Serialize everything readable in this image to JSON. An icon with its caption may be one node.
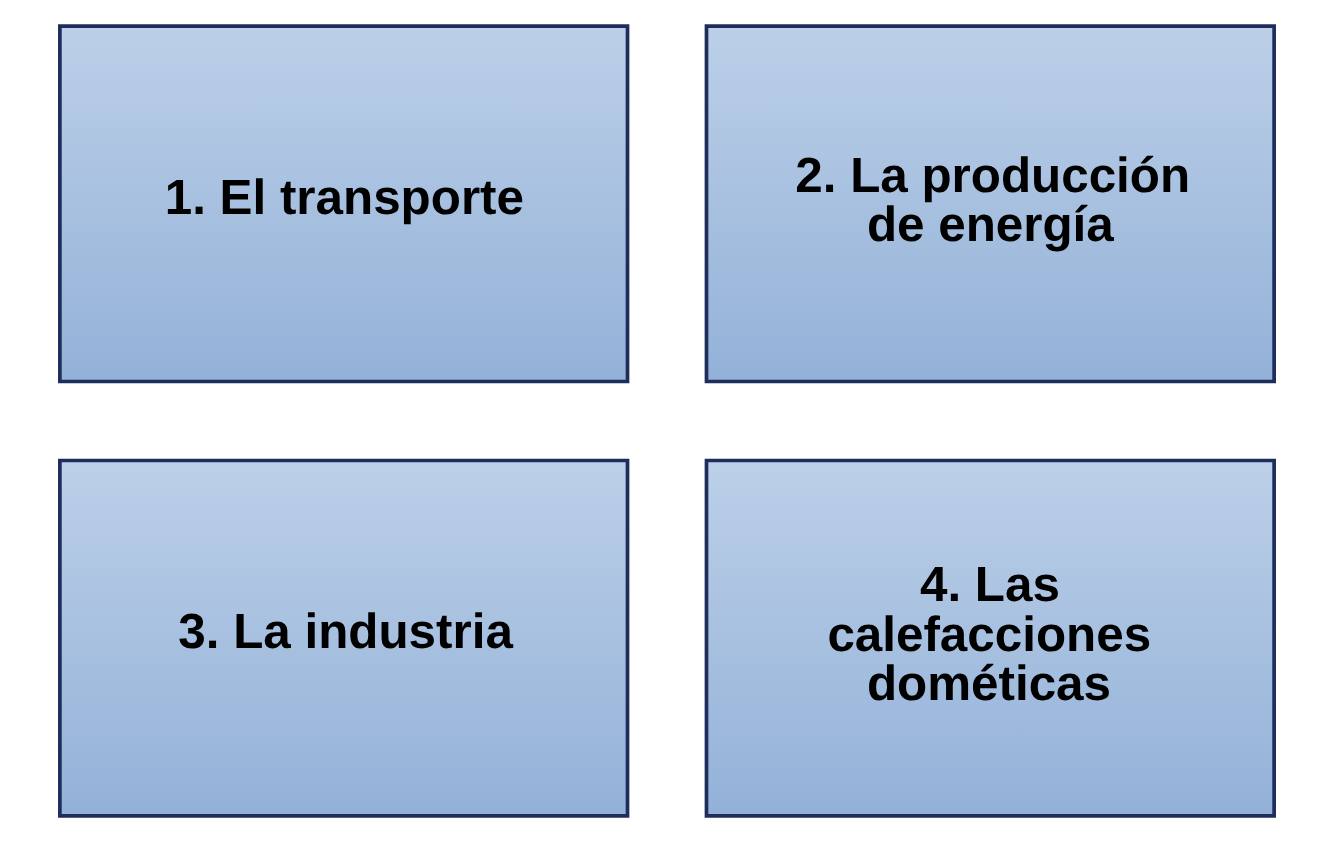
{
  "diagram": {
    "nodes": [
      {
        "text": [
          "1. El transporte"
        ]
      },
      {
        "text": [
          "2. La producción de energía"
        ]
      },
      {
        "text": [
          "3. La industria"
        ]
      },
      {
        "text": [
          "4. Las calefacciones dométicas"
        ]
      }
    ]
  }
}
